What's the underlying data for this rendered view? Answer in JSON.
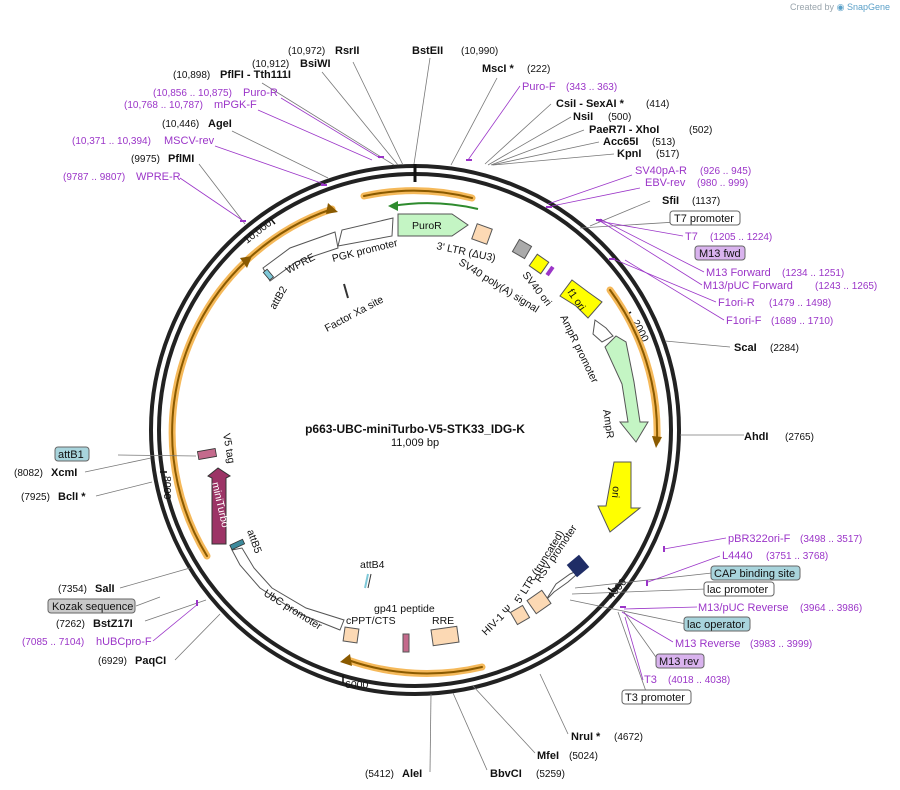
{
  "credit": {
    "prefix": "Created by",
    "brand": "SnapGene"
  },
  "title": "p663-UBC-miniTurbo-V5-STK33_IDG-K",
  "length": "11,009 bp",
  "ruler": [
    "2000",
    "4000",
    "6000",
    "8000",
    "10,000"
  ],
  "enzymes": [
    {
      "name": "RsrII",
      "pos": "(10,972)"
    },
    {
      "name": "BsiWI",
      "pos": "(10,912)"
    },
    {
      "name": "PflFI  - Tth111I",
      "pos": "(10,898)"
    },
    {
      "name": "AgeI",
      "pos": "(10,446)"
    },
    {
      "name": "PflMI",
      "pos": "(9975)"
    },
    {
      "name": "BstEII",
      "pos": "(10,990)"
    },
    {
      "name": "MscI *",
      "pos": "(222)"
    },
    {
      "name": "CsiI  - SexAI *",
      "pos": "(414)"
    },
    {
      "name": "NsiI",
      "pos": "(500)"
    },
    {
      "name": "PaeR7I  - XhoI",
      "pos": "(502)"
    },
    {
      "name": "Acc65I",
      "pos": "(513)"
    },
    {
      "name": "KpnI",
      "pos": "(517)"
    },
    {
      "name": "SfiI",
      "pos": "(1137)"
    },
    {
      "name": "ScaI",
      "pos": "(2284)"
    },
    {
      "name": "AhdI",
      "pos": "(2765)"
    },
    {
      "name": "NruI *",
      "pos": "(4672)"
    },
    {
      "name": "MfeI",
      "pos": "(5024)"
    },
    {
      "name": "BbvCI",
      "pos": "(5259)"
    },
    {
      "name": "AleI",
      "pos": "(5412)"
    },
    {
      "name": "PaqCI",
      "pos": "(6929)"
    },
    {
      "name": "BstZ17I",
      "pos": "(7262)"
    },
    {
      "name": "SalI",
      "pos": "(7354)"
    },
    {
      "name": "BclI *",
      "pos": "(7925)"
    },
    {
      "name": "XcmI",
      "pos": "(8082)"
    }
  ],
  "primers": [
    {
      "name": "Puro-R",
      "pos": "(10,856 .. 10,875)"
    },
    {
      "name": "mPGK-F",
      "pos": "(10,768 .. 10,787)"
    },
    {
      "name": "MSCV-rev",
      "pos": "(10,371 .. 10,394)"
    },
    {
      "name": "WPRE-R",
      "pos": "(9787 .. 9807)"
    },
    {
      "name": "Puro-F",
      "pos": "(343 .. 363)"
    },
    {
      "name": "SV40pA-R",
      "pos": "(926 .. 945)"
    },
    {
      "name": "EBV-rev",
      "pos": "(980 .. 999)"
    },
    {
      "name": "T7",
      "pos": "(1205 .. 1224)"
    },
    {
      "name": "M13 Forward",
      "pos": "(1234 .. 1251)"
    },
    {
      "name": "M13/pUC Forward",
      "pos": "(1243 .. 1265)"
    },
    {
      "name": "F1ori-R",
      "pos": "(1479 .. 1498)"
    },
    {
      "name": "F1ori-F",
      "pos": "(1689 .. 1710)"
    },
    {
      "name": "pBR322ori-F",
      "pos": "(3498 .. 3517)"
    },
    {
      "name": "L4440",
      "pos": "(3751 .. 3768)"
    },
    {
      "name": "M13/pUC Reverse",
      "pos": "(3964 .. 3986)"
    },
    {
      "name": "M13 Reverse",
      "pos": "(3983 .. 3999)"
    },
    {
      "name": "T3",
      "pos": "(4018 .. 4038)"
    },
    {
      "name": "hUBCpro-F",
      "pos": "(7085 .. 7104)"
    }
  ],
  "boxes": {
    "t7_promoter": "T7 promoter",
    "m13_fwd": "M13 fwd",
    "cap_site": "CAP binding site",
    "lac_promoter": "lac promoter",
    "lac_operator": "lac operator",
    "m13_rev": "M13 rev",
    "t3_promoter": "T3 promoter",
    "attb1": "attB1",
    "kozak": "Kozak sequence"
  },
  "features": {
    "puror": "PuroR",
    "pgk": "PGK promoter",
    "wpre": "WPRE",
    "attb2": "attB2",
    "factor_xa": "Factor Xa site",
    "ltr3": "3' LTR (ΔU3)",
    "sv40_polya": "SV40 poly(A) signal",
    "sv40_ori": "SV40 ori",
    "f1_ori": "f1 ori",
    "ampr_promoter": "AmpR promoter",
    "ampr": "AmpR",
    "ori": "ori",
    "rsv": "RSV promoter",
    "ltr5": "5' LTR (truncated)",
    "hiv": "HIV-1 Ψ",
    "rre": "RRE",
    "gp41": "gp41 peptide",
    "cppt": "cPPT/CTS",
    "attb4": "attB4",
    "ubc": "UbC promoter",
    "attb5": "attB5",
    "miniturbo": "miniTurbo",
    "v5": "V5 tag"
  },
  "colors": {
    "primer": "#9b35c8",
    "puror": "#c4f5c4",
    "miniturbo": "#9c3466",
    "ori": "#ffff00",
    "orf_arc": "#f5b95a",
    "box_blue": "#a8d4dc",
    "box_purple": "#d9b3ee"
  }
}
